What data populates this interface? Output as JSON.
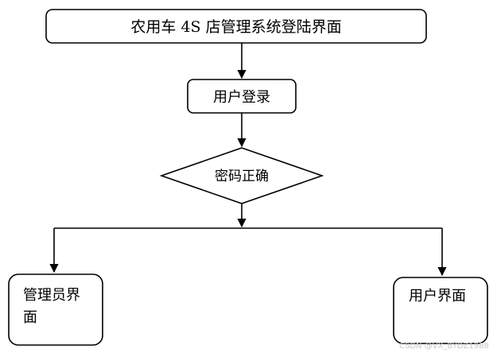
{
  "nodes": {
    "title": "农用车 4S 店管理系统登陆界面",
    "login": "用户登录",
    "decision": "密码正确",
    "admin_line1": "管理员界",
    "admin_line2": "面",
    "user": "用户界面"
  },
  "watermark": "CSDN @VX_BYDZ1988"
}
